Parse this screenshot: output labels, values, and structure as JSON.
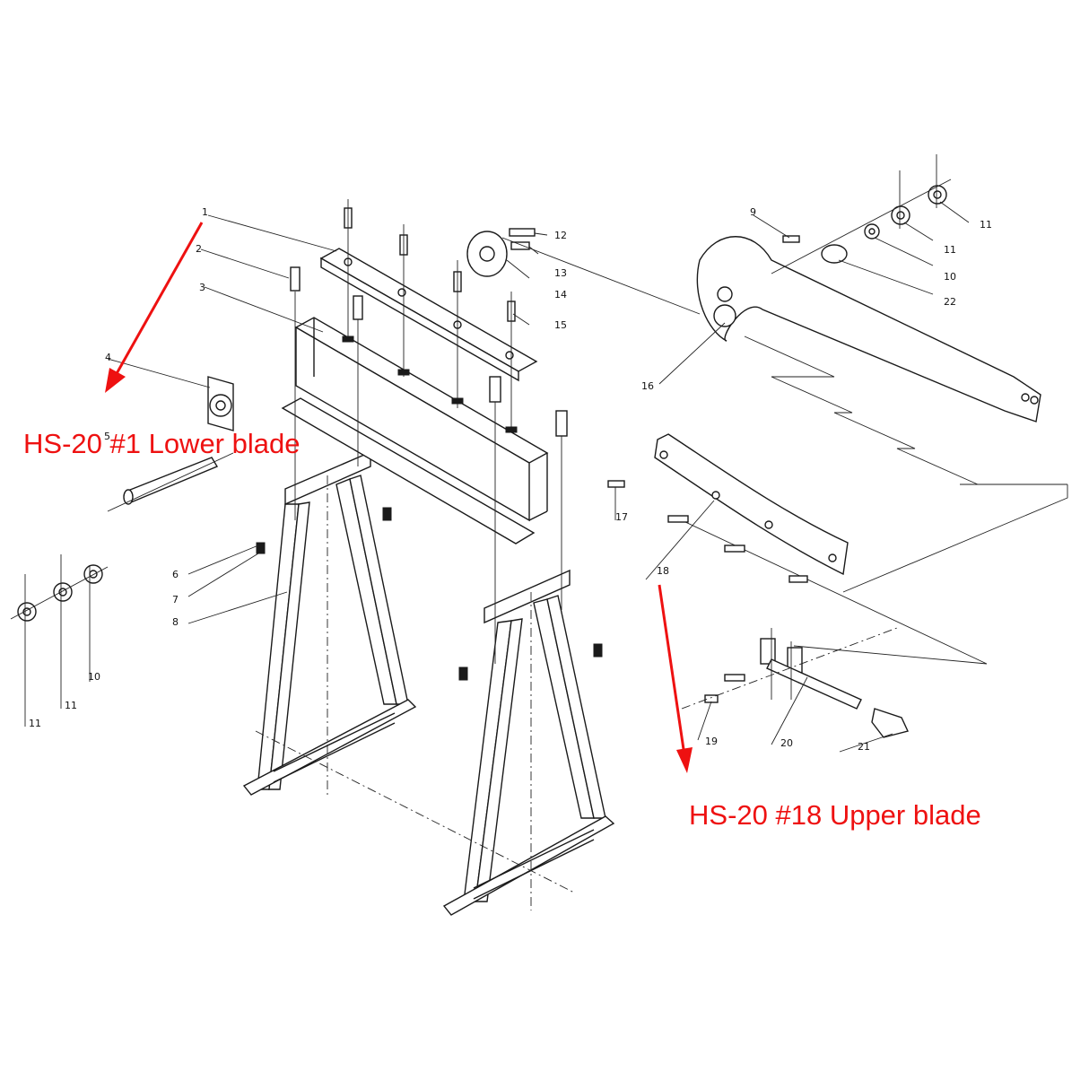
{
  "annotations": {
    "lower_blade": "HS-20 #1 Lower blade",
    "upper_blade": "HS-20 #18 Upper blade",
    "color": "#ee1111"
  },
  "part_numbers": {
    "p1": "1",
    "p2": "2",
    "p3": "3",
    "p4": "4",
    "p5": "5",
    "p6": "6",
    "p7": "7",
    "p8": "8",
    "p9": "9",
    "p10": "10",
    "p11": "11",
    "p12": "12",
    "p13": "13",
    "p14": "14",
    "p15": "15",
    "p16": "16",
    "p17": "17",
    "p18": "18",
    "p19": "19",
    "p20": "20",
    "p21": "21",
    "p22": "22"
  }
}
